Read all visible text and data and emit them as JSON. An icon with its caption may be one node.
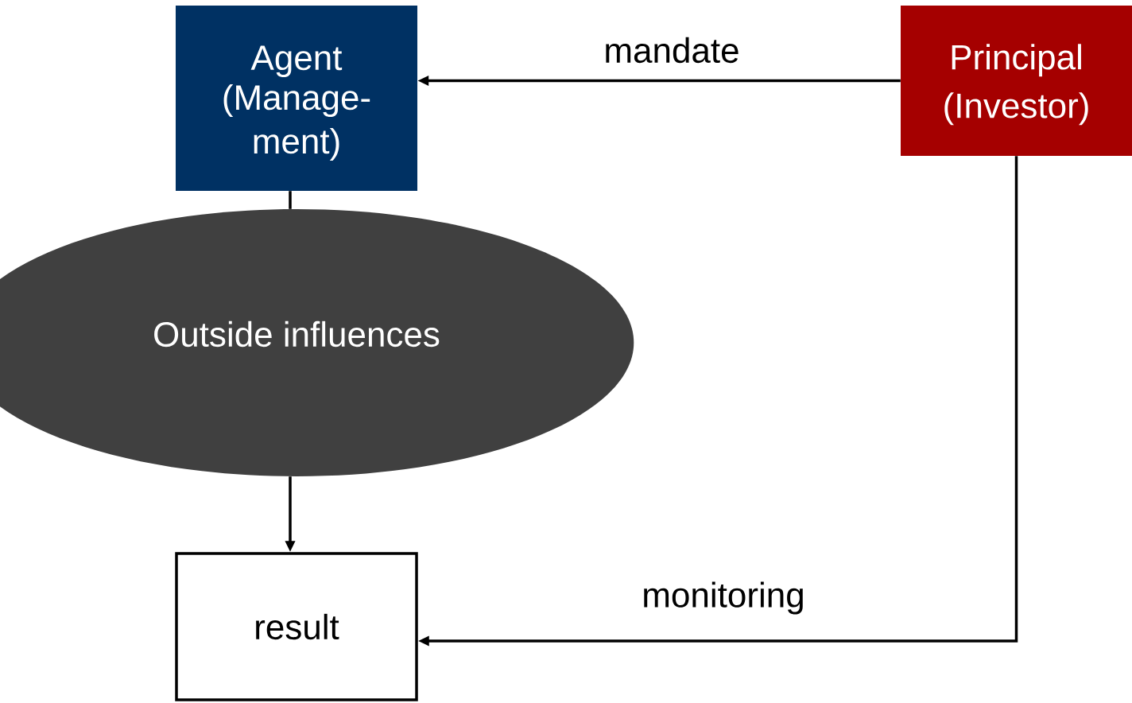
{
  "diagram": {
    "nodes": [
      {
        "text": [
          "Agent",
          "(Manage- ment)"
        ]
      },
      {
        "text": [
          "Principal",
          "(Investor)"
        ]
      },
      {
        "text": [
          "Outside influences"
        ]
      },
      {
        "text": [
          "result"
        ]
      }
    ],
    "edges": [
      {
        "from": 1,
        "to": 0,
        "arrow": "to",
        "label": "mandate"
      },
      {
        "from": 0,
        "to": 2,
        "arrow": "none"
      },
      {
        "from": 2,
        "to": 3,
        "arrow": "to"
      },
      {
        "from": 1,
        "to": 3,
        "arrow": "to",
        "label": "monitoring"
      }
    ]
  }
}
